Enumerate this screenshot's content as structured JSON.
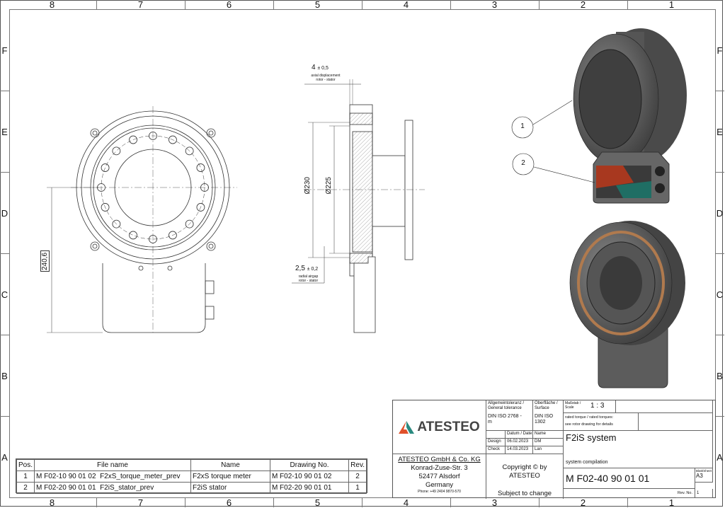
{
  "frame": {
    "columns": [
      "8",
      "7",
      "6",
      "5",
      "4",
      "3",
      "2",
      "1"
    ],
    "rows": [
      "F",
      "E",
      "D",
      "C",
      "B",
      "A"
    ]
  },
  "side_view": {
    "axial": {
      "value": "4",
      "tol": "± 0,5",
      "label1": "axial displacement",
      "label2": "rotor - stator"
    },
    "dia_outer": "Ø230",
    "dia_inner": "Ø225",
    "radial": {
      "value": "2,5",
      "tol": "± 0,2",
      "label1": "radial airgap",
      "label2": "rotor - stator"
    }
  },
  "front_view": {
    "height_dim": "240,6"
  },
  "balloons": [
    "1",
    "2"
  ],
  "parts_list": {
    "headers": [
      "Pos.",
      "File name",
      "Name",
      "Drawing No.",
      "Rev."
    ],
    "rows": [
      [
        "1",
        "M F02-10 90 01 02  F2xS_torque_meter_prev",
        "F2xS torque meter",
        "M F02-10 90 01 02",
        "2"
      ],
      [
        "2",
        "M F02-20 90 01 01  F2iS_stator_prev",
        "F2iS stator",
        "M F02-20 90 01 01",
        "1"
      ]
    ]
  },
  "title_block": {
    "logo": "ATESTEO",
    "company": "ATESTEO GmbH & Co. KG",
    "street": "Konrad-Zuse-Str. 3",
    "city": "52477 Alsdorf",
    "country": "Germany",
    "phone": "Phone: +49 2404 9870-570",
    "tolerance_label": "Allgemeintoleranz / General tolerance",
    "tolerance_value": "DIN ISO 2768 - m",
    "surface_label": "Oberfläche / Surface",
    "surface_value": "DIN ISO 1302",
    "scale_label": "Maßstab / Scale",
    "scale_value": "1 : 3",
    "note1": "rated torque / rated torques:",
    "note2": "see rotor drawing for details",
    "date_header": "Datum / Date",
    "name_header": "Name",
    "design_label": "Design",
    "design_date": "06.02.2023",
    "design_name": "DM",
    "check_label": "Check",
    "check_date": "14.03.2023",
    "check_name": "Lan",
    "copyright": "Copyright © by ATESTEO",
    "subject": "Subject to change",
    "title": "F2iS system",
    "subtitle": "system compilation",
    "drawing_no": "M F02-40 90 01 01",
    "sheet_label": "Blatt/Sheet",
    "sheet_value": "A3",
    "rev_label": "Rev. No.",
    "rev_value": "1"
  },
  "colors": {
    "logo_orange": "#e0512b",
    "logo_teal": "#2a8a80",
    "label_red": "#a8381f",
    "label_teal": "#1f6e64",
    "metal": "#5a5a5a"
  }
}
